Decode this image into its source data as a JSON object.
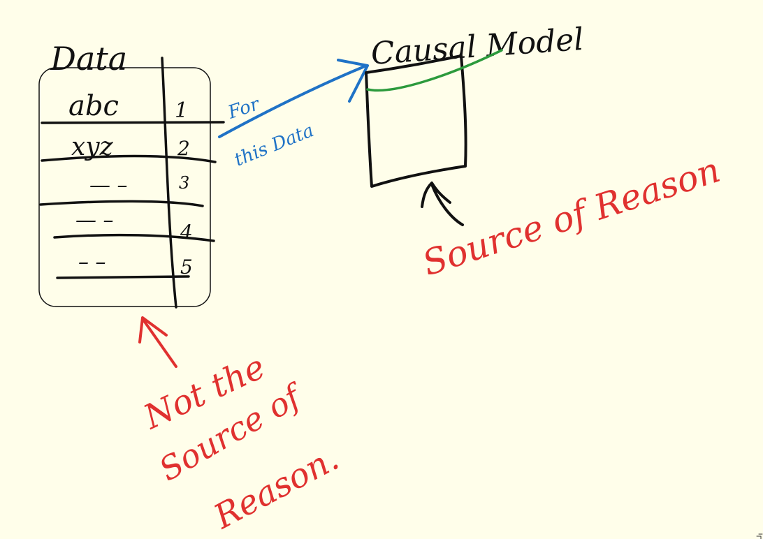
{
  "colors": {
    "background": "#fffeea",
    "ink": "#111111",
    "red": "#e0312f",
    "blue": "#1f72c6",
    "green": "#2c9a3c"
  },
  "data_table": {
    "title": "Data",
    "rows": [
      {
        "value": "abc",
        "index": "1"
      },
      {
        "value": "xyz",
        "index": "2"
      },
      {
        "value": "— –",
        "index": "3"
      },
      {
        "value": "— –",
        "index": "4"
      },
      {
        "value": "– –",
        "index": "5"
      }
    ]
  },
  "arrow_label": {
    "line1": "For",
    "line2": "this Data"
  },
  "model": {
    "title": "Causal Model"
  },
  "annotations": {
    "model_note": "Source of Reason",
    "data_note_line1": "Not the",
    "data_note_line2": "Source of",
    "data_note_line3": "Reason."
  }
}
